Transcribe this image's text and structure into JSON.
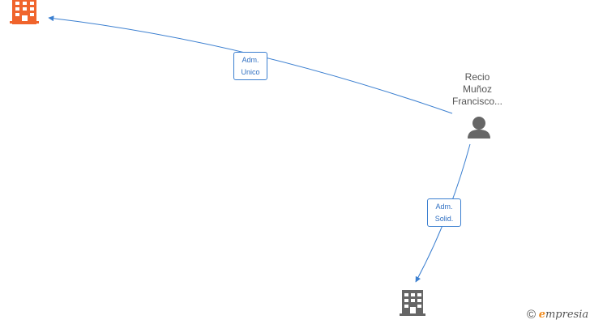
{
  "nodes": {
    "person": {
      "name_lines": [
        "Recio",
        "Muñoz",
        "Francisco..."
      ]
    }
  },
  "edges": [
    {
      "label_lines": [
        "Adm.",
        "Unico"
      ],
      "color": "#3b7fd0"
    },
    {
      "label_lines": [
        "Adm.",
        "Solid."
      ],
      "color": "#3b7fd0"
    }
  ],
  "icons": {
    "company_top": {
      "name": "building-icon",
      "color": "#f0642c"
    },
    "company_bottom": {
      "name": "building-icon",
      "color": "#666666"
    },
    "person": {
      "name": "person-icon",
      "color": "#666666"
    }
  },
  "brand": {
    "copyright": "©",
    "initial": "e",
    "rest": "mpresia"
  }
}
